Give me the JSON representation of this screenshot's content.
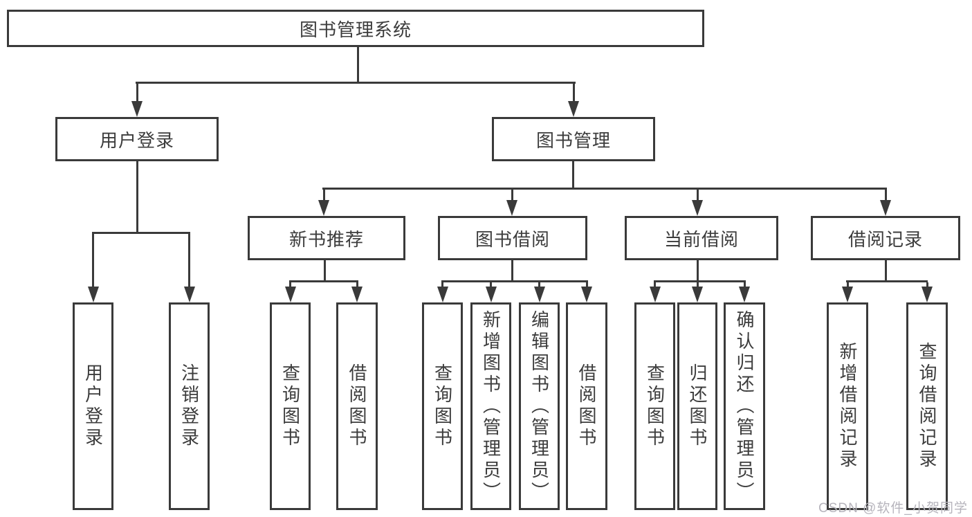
{
  "diagram_title": "图书管理系统",
  "colors": {
    "line": "#3a3a3a",
    "text": "#3c3c3c",
    "background": "#ffffff",
    "watermark_color": "#b6b4bc"
  },
  "tree": {
    "label": "图书管理系统",
    "children": [
      {
        "label": "用户登录",
        "children": [
          {
            "label": "用户登录"
          },
          {
            "label": "注销登录"
          }
        ]
      },
      {
        "label": "图书管理",
        "children": [
          {
            "label": "新书推荐",
            "children": [
              {
                "label": "查询图书"
              },
              {
                "label": "借阅图书"
              }
            ]
          },
          {
            "label": "图书借阅",
            "children": [
              {
                "label": "查询图书"
              },
              {
                "label": "新增图书（管理员）"
              },
              {
                "label": "编辑图书（管理员）"
              },
              {
                "label": "借阅图书"
              }
            ]
          },
          {
            "label": "当前借阅",
            "children": [
              {
                "label": "查询图书"
              },
              {
                "label": "归还图书"
              },
              {
                "label": "确认归还（管理员）"
              }
            ]
          },
          {
            "label": "借阅记录",
            "children": [
              {
                "label": "新增借阅记录"
              },
              {
                "label": "查询借阅记录"
              }
            ]
          }
        ]
      }
    ]
  },
  "watermark": "CSDN @软件_小贺同学"
}
